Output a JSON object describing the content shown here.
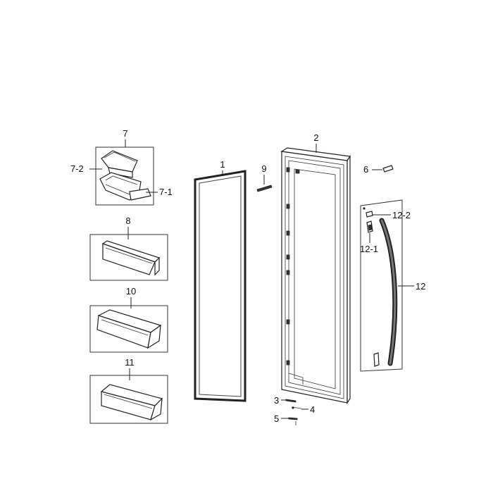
{
  "callouts": {
    "c1": "1",
    "c2": "2",
    "c3": "3",
    "c4": "4",
    "c5": "5",
    "c6": "6",
    "c7": "7",
    "c7_1": "7-1",
    "c7_2": "7-2",
    "c8": "8",
    "c9": "9",
    "c10": "10",
    "c11": "11",
    "c12": "12",
    "c12_1": "12-1",
    "c12_2": "12-2"
  }
}
